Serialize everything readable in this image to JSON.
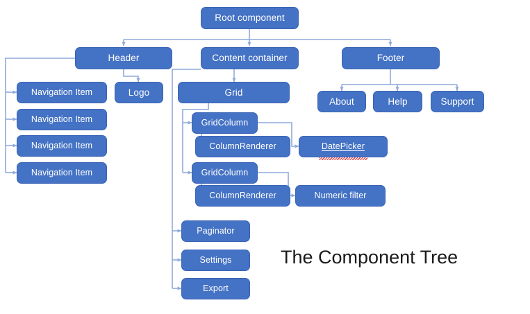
{
  "diagram": {
    "title": "The Component Tree",
    "colors": {
      "node_fill": "#4472C4",
      "node_border": "#3B64B4",
      "node_text": "#FFFFFF",
      "connector": "#8FAADC",
      "background": "#FFFFFF",
      "title_text": "#1A1A1A",
      "spellcheck_underline": "#E03131"
    },
    "nodes": {
      "root": "Root component",
      "header": "Header",
      "content_container": "Content container",
      "footer": "Footer",
      "logo": "Logo",
      "nav_item_1": "Navigation Item",
      "nav_item_2": "Navigation Item",
      "nav_item_3": "Navigation Item",
      "nav_item_4": "Navigation Item",
      "grid": "Grid",
      "grid_column_1": "GridColumn",
      "column_renderer_1": "ColumnRenderer",
      "date_picker": "DatePicker",
      "grid_column_2": "GridColumn",
      "column_renderer_2": "ColumnRenderer",
      "numeric_filter": "Numeric filter",
      "paginator": "Paginator",
      "settings": "Settings",
      "export": "Export",
      "about": "About",
      "help": "Help",
      "support": "Support"
    }
  }
}
